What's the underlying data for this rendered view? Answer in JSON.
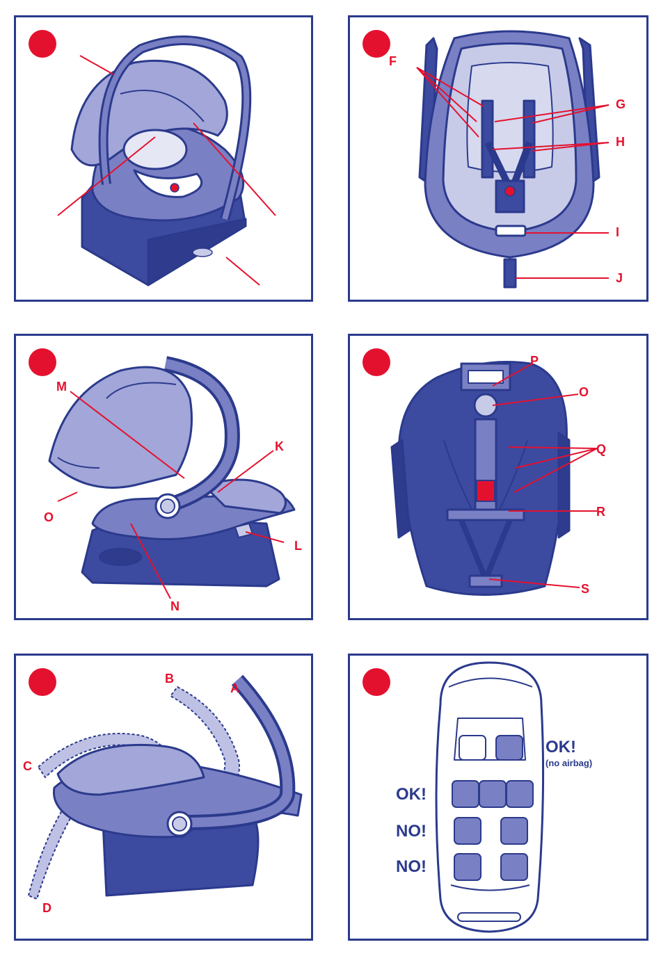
{
  "colors": {
    "outline": "#2b3a8c",
    "fill_light": "#c8cbe8",
    "fill_mid": "#7a80c4",
    "fill_dark": "#3c4aa0",
    "accent": "#e4112e"
  },
  "panel2": {
    "labels": {
      "F": "F",
      "G": "G",
      "H": "H",
      "I": "I",
      "J": "J"
    }
  },
  "panel3": {
    "labels": {
      "M": "M",
      "K": "K",
      "O": "O",
      "L": "L",
      "N": "N"
    }
  },
  "panel4": {
    "labels": {
      "P": "P",
      "O": "O",
      "Q": "Q",
      "R": "R",
      "S": "S"
    }
  },
  "panel5": {
    "labels": {
      "A": "A",
      "B": "B",
      "C": "C",
      "D": "D"
    }
  },
  "panel6": {
    "front_ok": "OK!",
    "front_note": "(no airbag)",
    "row2": "OK!",
    "row3": "NO!",
    "row4": "NO!"
  }
}
